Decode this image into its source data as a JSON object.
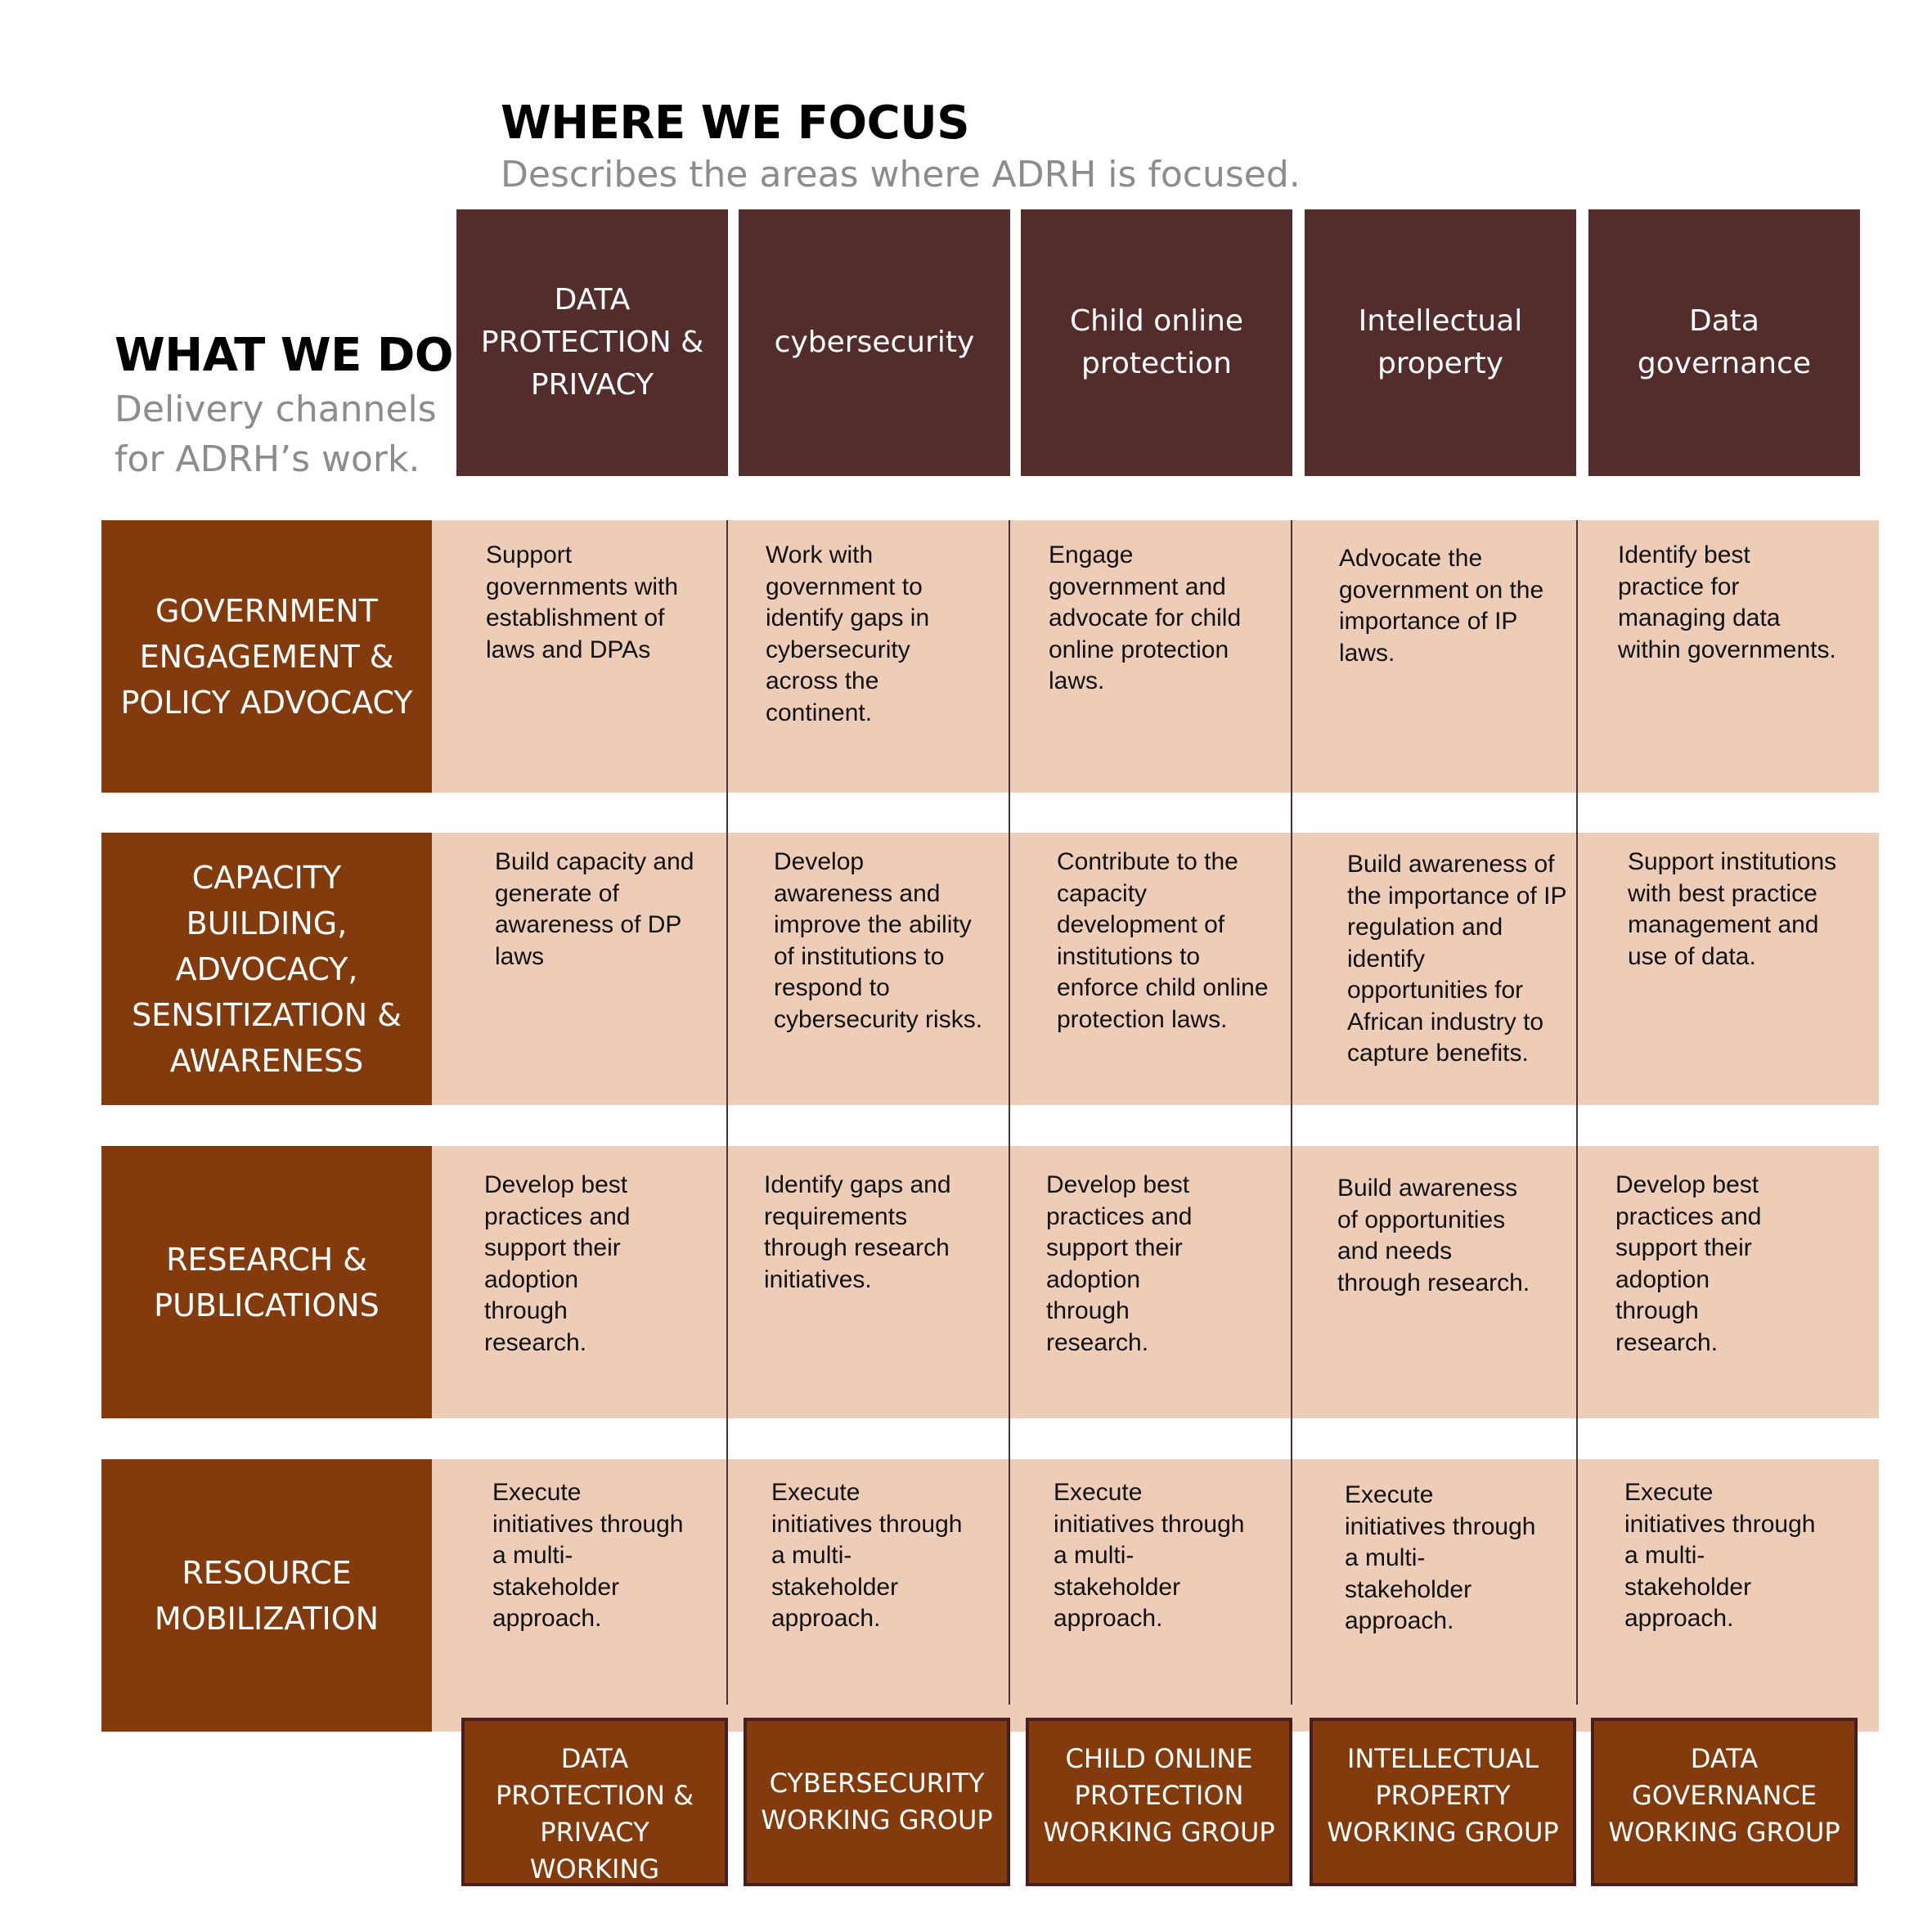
{
  "where_we_focus": {
    "title": "WHERE WE FOCUS",
    "subtitle": "Describes the areas where ADRH is focused."
  },
  "what_we_do": {
    "title": "WHAT WE DO",
    "subtitle": "Delivery channels for ADRH’s work."
  },
  "focus_areas": [
    "DATA PROTECTION & PRIVACY",
    "cybersecurity",
    "Child online protection",
    "Intellectual property",
    "Data governance"
  ],
  "rows": [
    {
      "label": "GOVERNMENT ENGAGEMENT & POLICY ADVOCACY",
      "cells": [
        "Support governments with establishment of laws and DPAs",
        "Work with government to identify gaps in cybersecurity across the continent.",
        "Engage government and advocate for child online protection laws.",
        "Advocate the government on the importance of IP laws.",
        "Identify best practice for managing data within governments."
      ]
    },
    {
      "label": "CAPACITY BUILDING, ADVOCACY, SENSITIZATION & AWARENESS",
      "cells": [
        "Build capacity and generate of awareness of DP laws",
        "Develop awareness and improve the ability of institutions to respond to cybersecurity risks.",
        "Contribute to the capacity development of institutions to enforce child online protection laws.",
        "Build awareness of the importance of IP regulation and identify opportunities for African industry to capture benefits.",
        "Support institutions with best practice management and use of data."
      ]
    },
    {
      "label": "RESEARCH & PUBLICATIONS",
      "cells": [
        "Develop best practices and support their adoption through research.",
        "Identify gaps and requirements through research initiatives.",
        "Develop best practices and support their adoption through research.",
        "Build awareness of opportunities and needs through research.",
        "Develop best practices and support their adoption through research."
      ]
    },
    {
      "label": "RESOURCE MOBILIZATION",
      "cells": [
        "Execute initiatives through a multi-stakeholder approach.",
        "Execute initiatives through a multi-stakeholder approach.",
        "Execute initiatives through a multi-stakeholder approach.",
        "Execute initiatives through a multi-stakeholder approach.",
        "Execute initiatives through a multi-stakeholder approach."
      ]
    }
  ],
  "working_groups": [
    "DATA PROTECTION & PRIVACY WORKING",
    "CYBERSECURITY WORKING GROUP",
    "CHILD ONLINE PROTECTION WORKING GROUP",
    "INTELLECTUAL PROPERTY WORKING GROUP",
    "DATA GOVERNANCE WORKING GROUP"
  ],
  "colors": {
    "focus_header": "#532d2b",
    "row_label": "#833b0d",
    "cell_background": "#eecdb8",
    "working_group": "#833b0d",
    "subtitle_text": "#8c8c8c"
  }
}
